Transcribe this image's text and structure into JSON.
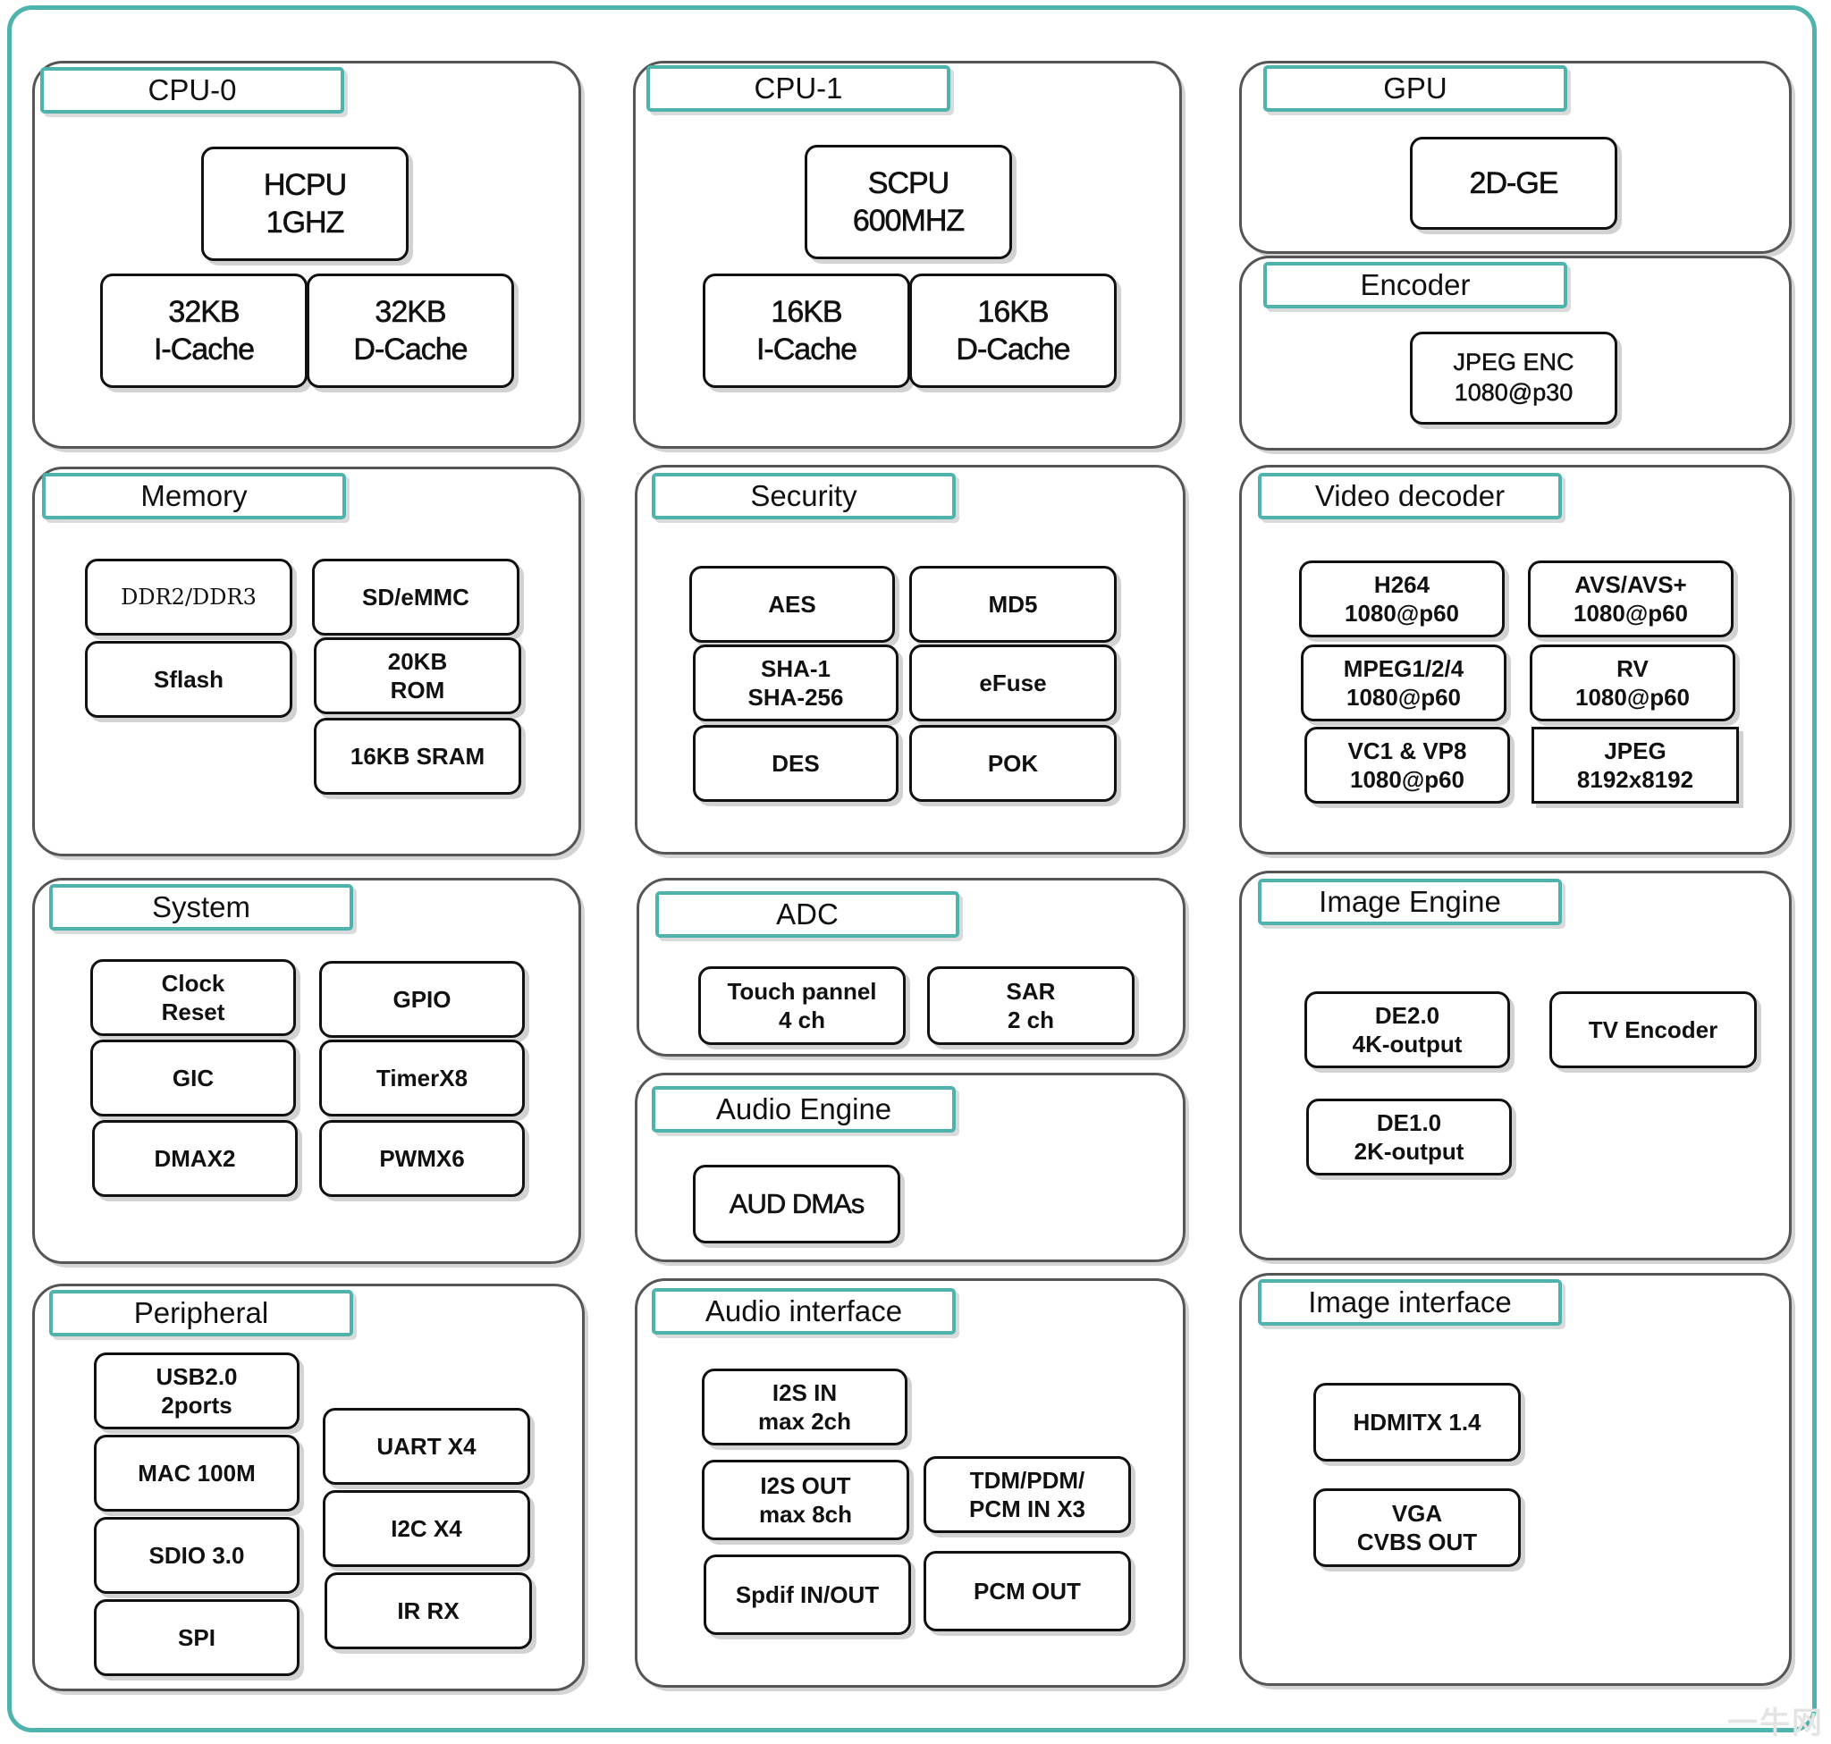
{
  "groups": {
    "cpu0": {
      "title": "CPU-0",
      "hcpu": [
        "HCPU",
        "1GHZ"
      ],
      "icache": [
        "32KB",
        "I-Cache"
      ],
      "dcache": [
        "32KB",
        "D-Cache"
      ]
    },
    "cpu1": {
      "title": "CPU-1",
      "scpu": [
        "SCPU",
        "600MHZ"
      ],
      "icache": [
        "16KB",
        "I-Cache"
      ],
      "dcache": [
        "16KB",
        "D-Cache"
      ]
    },
    "gpu": {
      "title": "GPU",
      "ge": "2D-GE"
    },
    "encoder": {
      "title": "Encoder",
      "jpeg": [
        "JPEG ENC",
        "1080@p30"
      ]
    },
    "memory": {
      "title": "Memory",
      "ddr": "DDR2/DDR3",
      "sd": "SD/eMMC",
      "sflash": "Sflash",
      "rom": [
        "20KB",
        "ROM"
      ],
      "sram": "16KB SRAM"
    },
    "security": {
      "title": "Security",
      "aes": "AES",
      "md5": "MD5",
      "sha": [
        "SHA-1",
        "SHA-256"
      ],
      "efuse": "eFuse",
      "des": "DES",
      "pok": "POK"
    },
    "video": {
      "title": "Video decoder",
      "h264": [
        "H264",
        "1080@p60"
      ],
      "avs": [
        "AVS/AVS+",
        "1080@p60"
      ],
      "mpeg": [
        "MPEG1/2/4",
        "1080@p60"
      ],
      "rv": [
        "RV",
        "1080@p60"
      ],
      "vc1": [
        "VC1 & VP8",
        "1080@p60"
      ],
      "jpeg": [
        "JPEG",
        "8192x8192"
      ]
    },
    "system": {
      "title": "System",
      "clock": [
        "Clock",
        "Reset"
      ],
      "gpio": "GPIO",
      "gic": "GIC",
      "timer": "TimerX8",
      "dma": "DMAX2",
      "pwm": "PWMX6"
    },
    "adc": {
      "title": "ADC",
      "touch": [
        "Touch pannel",
        "4 ch"
      ],
      "sar": [
        "SAR",
        "2 ch"
      ]
    },
    "audio_engine": {
      "title": "Audio Engine",
      "dma": "AUD DMAs"
    },
    "image_engine": {
      "title": "Image Engine",
      "de20": [
        "DE2.0",
        "4K-output"
      ],
      "tv": "TV Encoder",
      "de10": [
        "DE1.0",
        "2K-output"
      ]
    },
    "peripheral": {
      "title": "Peripheral",
      "usb": [
        "USB2.0",
        "2ports"
      ],
      "mac": "MAC 100M",
      "sdio": "SDIO 3.0",
      "spi": "SPI",
      "uart": "UART X4",
      "i2c": "I2C X4",
      "ir": "IR RX"
    },
    "audio_if": {
      "title": "Audio interface",
      "i2sin": [
        "I2S IN",
        "max 2ch"
      ],
      "i2sout": [
        "I2S OUT",
        "max 8ch"
      ],
      "tdm": [
        "TDM/PDM/",
        "PCM IN X3"
      ],
      "spdif": "Spdif  IN/OUT",
      "pcmout": "PCM OUT"
    },
    "image_if": {
      "title": "Image interface",
      "hdmi": "HDMITX 1.4",
      "vga": [
        "VGA",
        "CVBS OUT"
      ]
    }
  },
  "watermark": "一牛网"
}
